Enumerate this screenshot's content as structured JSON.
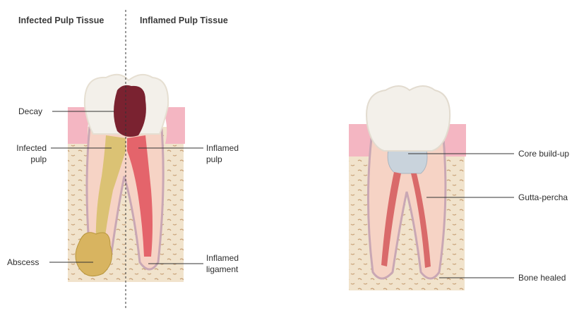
{
  "headers": {
    "infected": "Infected Pulp Tissue",
    "inflamed": "Inflamed Pulp Tissue"
  },
  "left_labels": {
    "decay": "Decay",
    "infected_pulp": "Infected\npulp",
    "abscess": "Abscess",
    "inflamed_pulp": "Inflamed\npulp",
    "inflamed_ligament": "Inflamed\nligament"
  },
  "right_labels": {
    "core_buildup": "Core build-up",
    "gutta_percha": "Gutta-percha",
    "bone_healed": "Bone healed"
  },
  "colors": {
    "bone": "#f1e3cc",
    "gum": "#f4b6c2",
    "crown": "#f3f0ea",
    "dentin": "#f6d3c5",
    "root_outline": "#c9a7b4",
    "decay": "#7a2230",
    "infected_pulp": "#d8c06a",
    "inflamed_pulp": "#e0505a",
    "gutta_percha": "#d96a6a",
    "core_buildup": "#c9d3dc"
  }
}
